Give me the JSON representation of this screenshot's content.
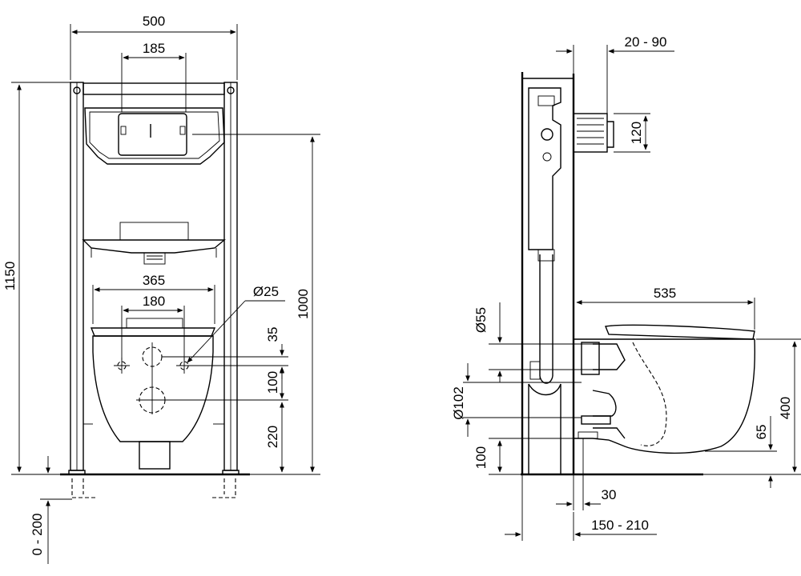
{
  "front_view": {
    "dims": {
      "frame_width": "500",
      "button_width": "185",
      "frame_height": "1150",
      "pan_height": "1000",
      "bowl_width": "365",
      "bolt_spacing": "180",
      "bolt_diameter": "Ø25",
      "d35": "35",
      "d100": "100",
      "d220": "220",
      "floor_adjust": "0 - 200"
    }
  },
  "side_view": {
    "dims": {
      "wall_gap": "20 - 90",
      "inlet_height": "120",
      "bowl_depth": "535",
      "inlet_dia": "Ø55",
      "outlet_dia": "Ø102",
      "d100": "100",
      "d400": "400",
      "d65": "65",
      "d30": "30",
      "frame_depth": "150 - 210"
    }
  }
}
